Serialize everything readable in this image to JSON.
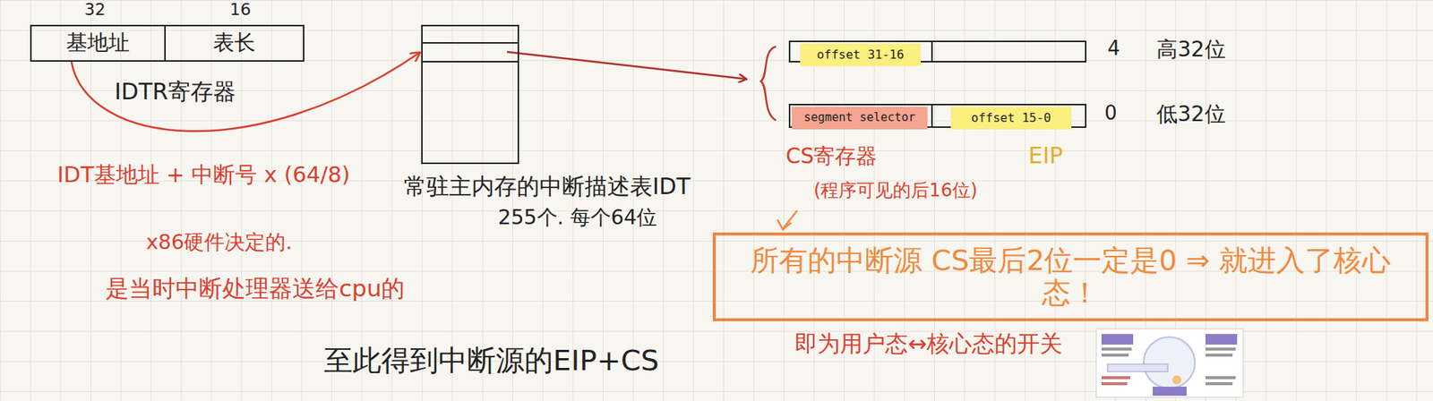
{
  "diagram": {
    "nodes": [
      {
        "text": [
          "IDTR寄存器"
        ]
      },
      {
        "text": [
          "基地址"
        ],
        "in": 0
      },
      {
        "text": [
          "表长"
        ],
        "in": 0
      },
      {
        "text": [
          "常驻主内存的中断描述表IDT",
          "255个. 每个64位"
        ]
      },
      {
        "text": [
          "offset 31-16"
        ]
      },
      {
        "text": [
          "segment selector"
        ]
      },
      {
        "text": [
          "offset 15-0"
        ]
      },
      {
        "text": [
          "所有的中断源 CS最后2位一定是0 ⇒ 就进入了核心态！"
        ]
      }
    ],
    "edges": [
      {
        "from": 1,
        "to": 3,
        "arrow": "to"
      }
    ],
    "labels": [
      "32",
      "16",
      "IDT基地址 + 中断号 x (64/8)",
      "x86硬件决定的.",
      "是当时中断处理器送给cpu的",
      "4",
      "高32位",
      "0",
      "低32位",
      "CS寄存器",
      "EIP",
      "(程序可见的后16位)",
      "即为用户态↔核心态的开关",
      "至此得到中断源的EIP+CS"
    ]
  }
}
